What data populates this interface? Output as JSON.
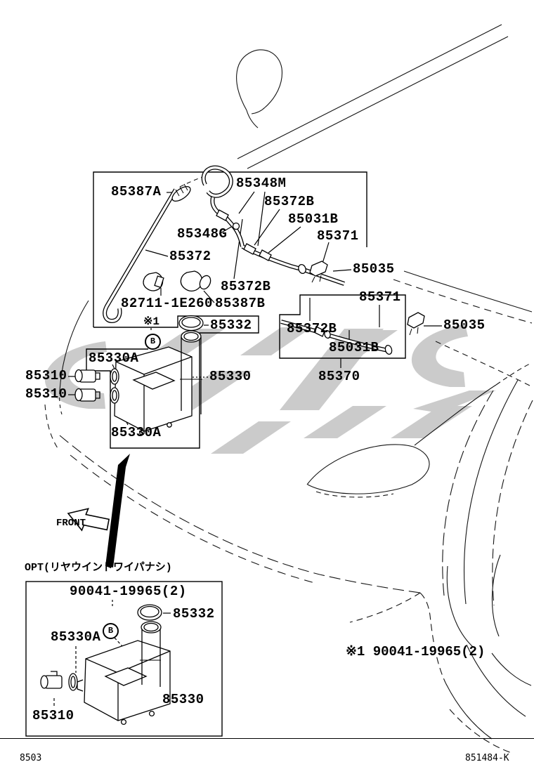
{
  "page": {
    "figure_code": "8503",
    "drawing_code": "851484-K"
  },
  "colors": {
    "ink": "#141414",
    "watermark": "#cbcbcb",
    "background": "#ffffff"
  },
  "main_diagram": {
    "front_label": "FRONT",
    "ref_marker": "※1",
    "b_marker": "B",
    "callouts": [
      {
        "part": "85387A"
      },
      {
        "part": "85348M"
      },
      {
        "part": "85372B"
      },
      {
        "part": "85031B"
      },
      {
        "part": "85348G"
      },
      {
        "part": "85371"
      },
      {
        "part": "85372"
      },
      {
        "part": "85035"
      },
      {
        "part": "85372B"
      },
      {
        "part": "82711-1E260"
      },
      {
        "part": "85387B"
      },
      {
        "part": "85332"
      },
      {
        "part": "85035"
      },
      {
        "part": "85330A"
      },
      {
        "part": "85310"
      },
      {
        "part": "85310"
      },
      {
        "part": "85330"
      },
      {
        "part": "85372B"
      },
      {
        "part": "85031B"
      },
      {
        "part": "85370"
      },
      {
        "part": "85330A"
      },
      {
        "part": "85371"
      }
    ]
  },
  "opt_section": {
    "title": "OPT(リヤウインドワイパナシ)",
    "b_marker": "B",
    "callouts": [
      {
        "part": "90041-19965(2)"
      },
      {
        "part": "85332"
      },
      {
        "part": "85330A"
      },
      {
        "part": "85310"
      },
      {
        "part": "85330"
      }
    ]
  },
  "footnote": {
    "marker": "※1",
    "part": "90041-19965(2)"
  }
}
